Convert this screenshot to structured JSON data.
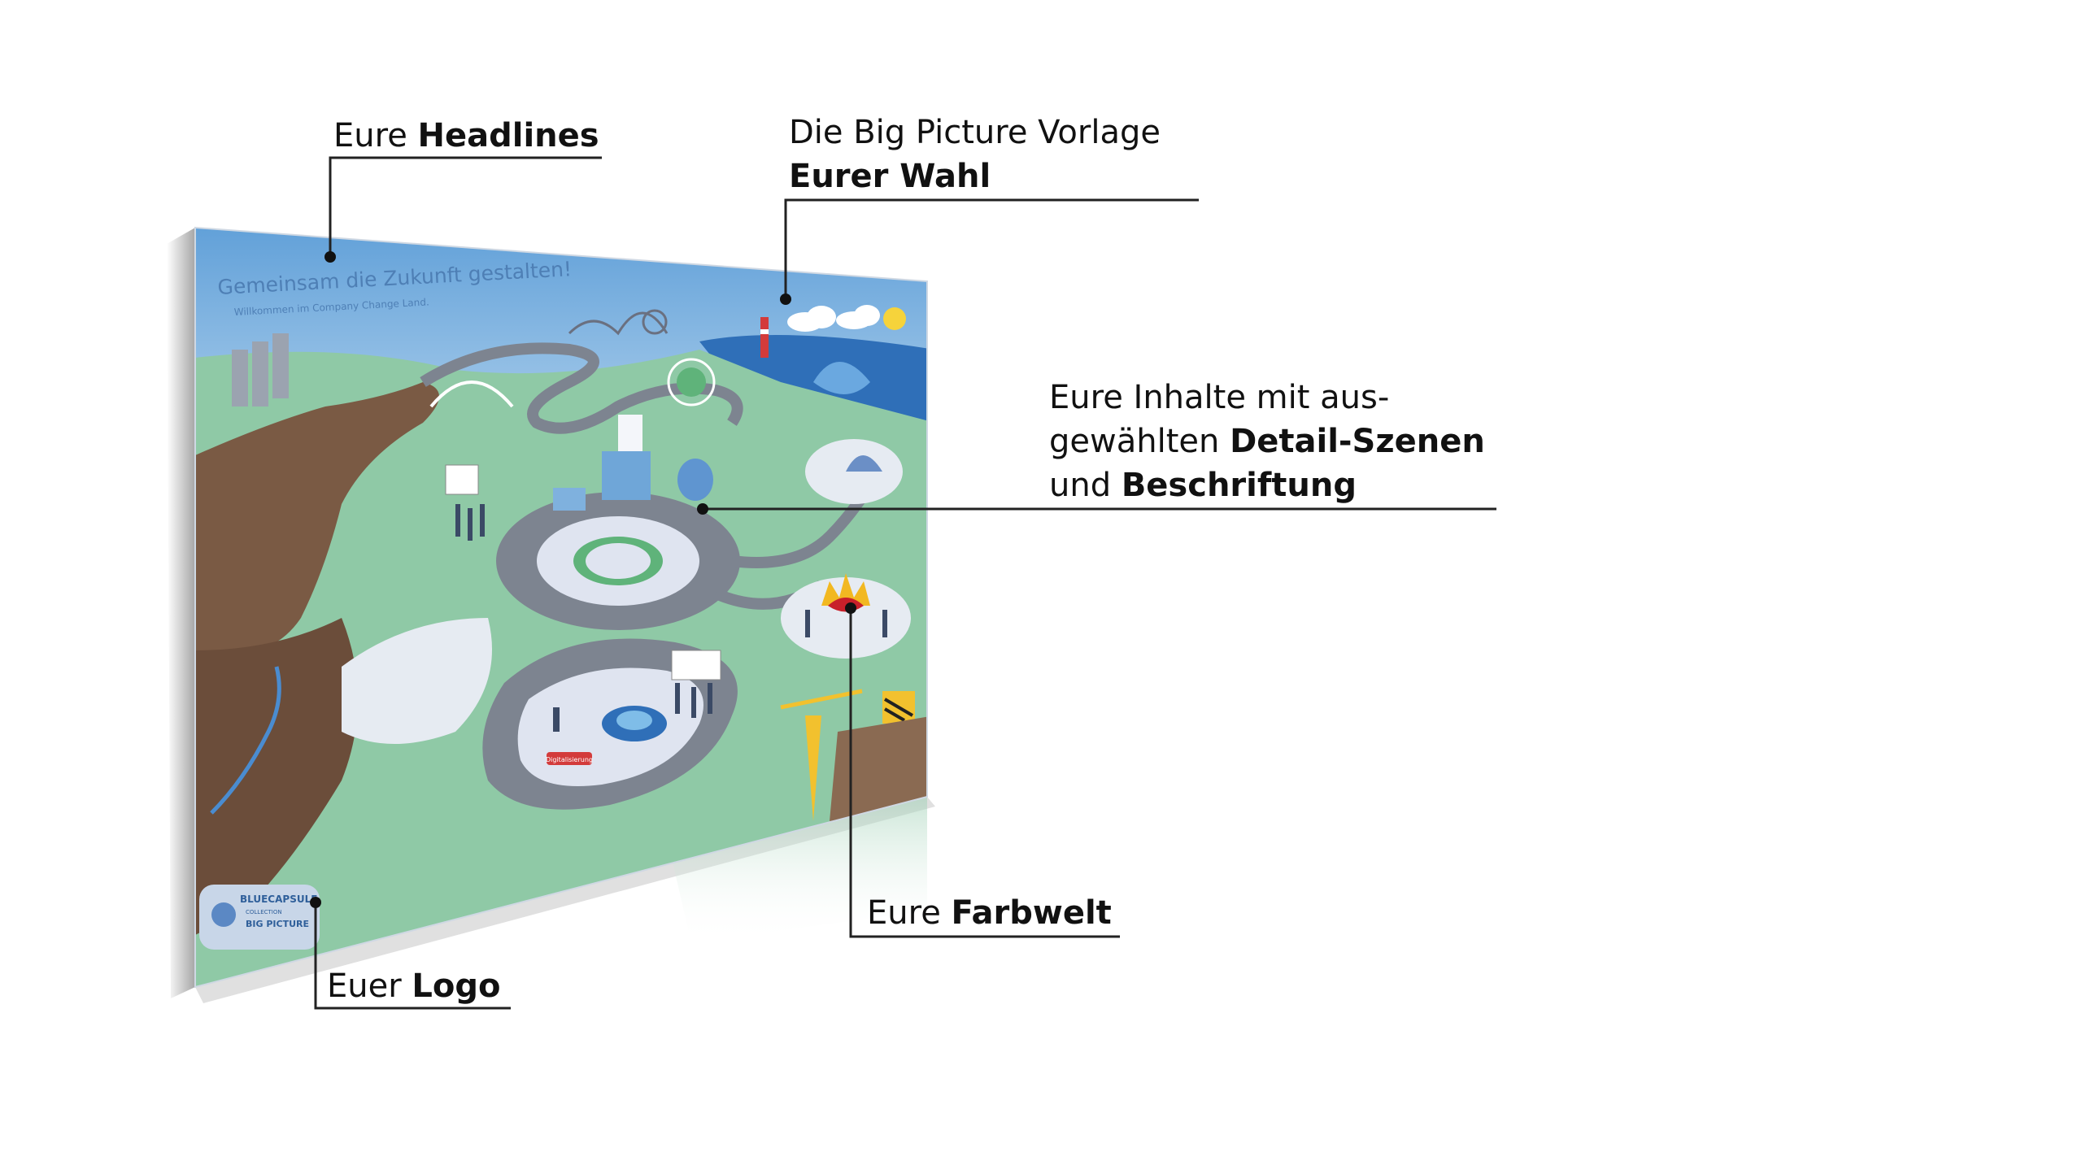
{
  "annotations": {
    "headlines": {
      "prefix": "Eure",
      "bold": "Headlines"
    },
    "vorlage": {
      "line1": "Die Big Picture Vorlage",
      "line2_bold": "Eurer Wahl"
    },
    "inhalte": {
      "line1": "Eure Inhalte mit aus-",
      "line2_prefix": "gewählten",
      "line2_bold": "Detail-Szenen",
      "line3_prefix": "und",
      "line3_bold": "Beschriftung"
    },
    "farbwelt": {
      "prefix": "Eure",
      "bold": "Farbwelt"
    },
    "logo": {
      "prefix": "Euer",
      "bold": "Logo"
    }
  },
  "poster": {
    "headline": "Gemeinsam die Zukunft gestalten!",
    "subheadline": "Willkommen im Company Change Land.",
    "logo_line1": "BLUECAPSULE",
    "logo_line2": "COLLECTION",
    "logo_line3": "BIG PICTURE",
    "scene_badge": "Digitalisierung"
  },
  "colors": {
    "sky_top": "#5f9fd8",
    "sky_bottom": "#d9ecf8",
    "sea": "#2f6fb8",
    "land_green": "#8fc9a6",
    "road_grey": "#7d8490",
    "plaza_light": "#dfe4f0",
    "cliff_brown": "#7a5a44",
    "crown_red": "#c8202a",
    "crown_gold": "#f2b821"
  }
}
